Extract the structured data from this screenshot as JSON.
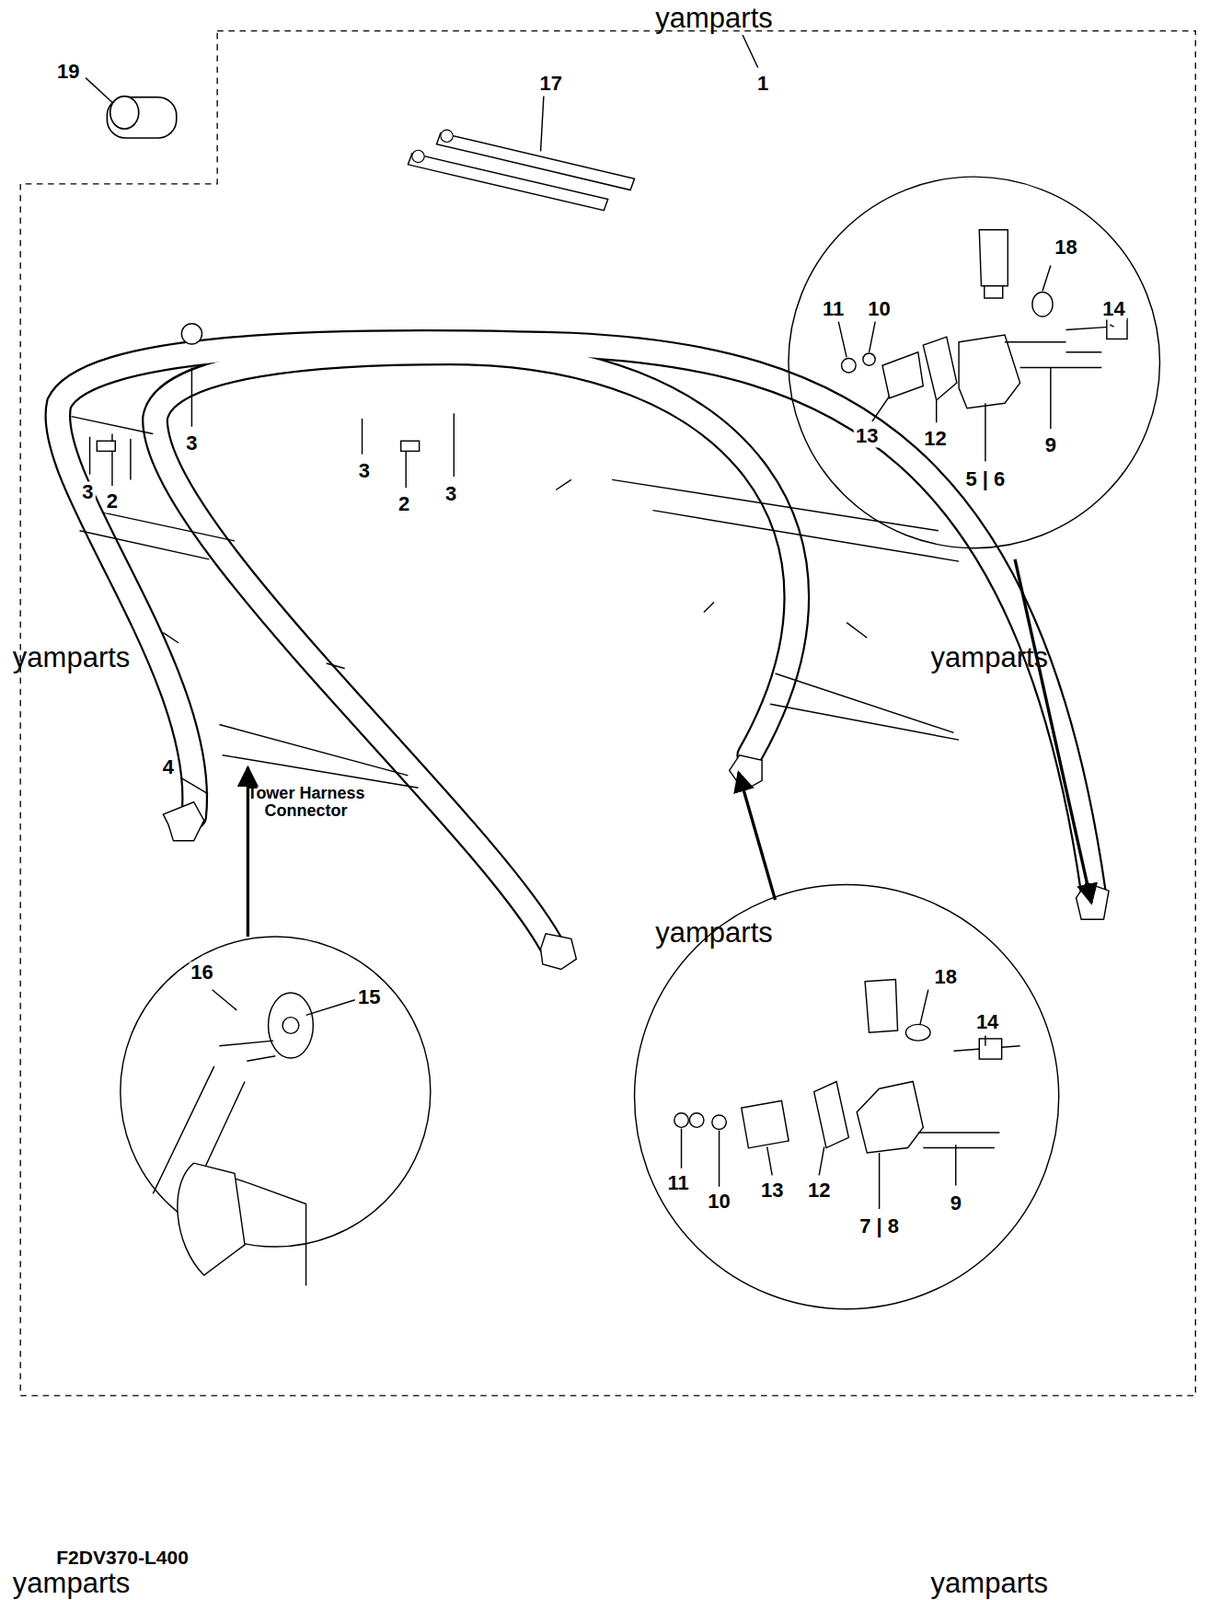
{
  "diagram": {
    "labels": [
      "yamparts",
      "yamparts",
      "yamparts",
      "yamparts",
      "yamparts",
      "yamparts",
      "F2DV370-L400",
      "1",
      "19",
      "17",
      "18",
      "11",
      "10",
      "14",
      "13",
      "12",
      "9",
      "5 | 6",
      "3",
      "3",
      "2",
      "3",
      "2",
      "3",
      "4",
      "Tower Harness Connector",
      "16",
      "15",
      "18",
      "14",
      "11",
      "10",
      "13",
      "12",
      "9",
      "7 | 8"
    ]
  }
}
